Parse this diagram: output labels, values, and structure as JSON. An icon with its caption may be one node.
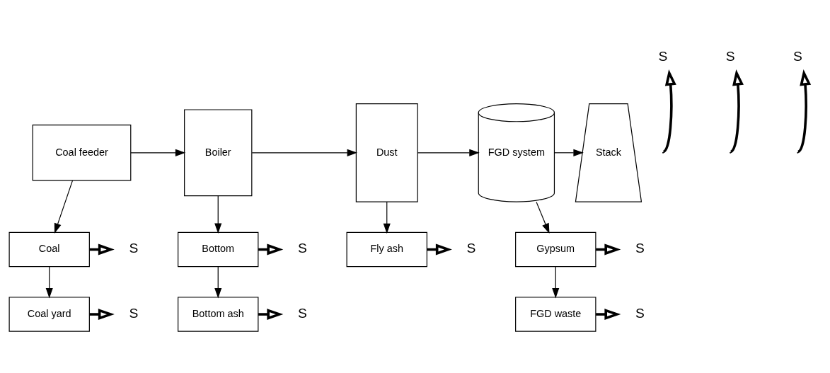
{
  "diagram": {
    "nodes": [
      {
        "text": [
          "Coal feeder"
        ]
      },
      {
        "text": [
          "Boiler"
        ]
      },
      {
        "text": [
          "Dust"
        ]
      },
      {
        "text": [
          "FGD system"
        ]
      },
      {
        "text": [
          "Stack"
        ]
      },
      {
        "text": [
          "Coal"
        ]
      },
      {
        "text": [
          "Coal yard"
        ]
      },
      {
        "text": [
          "Bottom"
        ]
      },
      {
        "text": [
          "Bottom ash"
        ]
      },
      {
        "text": [
          "Fly ash"
        ]
      },
      {
        "text": [
          "Gypsum"
        ]
      },
      {
        "text": [
          "FGD waste"
        ]
      },
      {
        "text": [
          "S"
        ]
      },
      {
        "text": [
          "S"
        ]
      },
      {
        "text": [
          "S"
        ]
      },
      {
        "text": [
          "S"
        ]
      },
      {
        "text": [
          "S"
        ]
      },
      {
        "text": [
          "S"
        ]
      },
      {
        "text": [
          "S"
        ]
      },
      {
        "text": [
          "S"
        ]
      },
      {
        "text": [
          "S"
        ]
      },
      {
        "text": [
          "S"
        ]
      }
    ],
    "edges": [
      {
        "from": 0,
        "to": 1,
        "arrow": "to"
      },
      {
        "from": 1,
        "to": 2,
        "arrow": "to"
      },
      {
        "from": 2,
        "to": 3,
        "arrow": "to"
      },
      {
        "from": 3,
        "to": 4,
        "arrow": "to"
      },
      {
        "from": 0,
        "to": 5,
        "arrow": "to"
      },
      {
        "from": 5,
        "to": 6,
        "arrow": "to"
      },
      {
        "from": 1,
        "to": 7,
        "arrow": "to"
      },
      {
        "from": 7,
        "to": 8,
        "arrow": "to"
      },
      {
        "from": 2,
        "to": 9,
        "arrow": "to"
      },
      {
        "from": 3,
        "to": 10,
        "arrow": "to"
      },
      {
        "from": 10,
        "to": 11,
        "arrow": "to"
      },
      {
        "from": null,
        "to": 12,
        "arrow": "to",
        "style": "thick"
      },
      {
        "from": null,
        "to": 13,
        "arrow": "to",
        "style": "thick"
      },
      {
        "from": null,
        "to": 14,
        "arrow": "to",
        "style": "thick"
      },
      {
        "from": 5,
        "to": 15,
        "arrow": "to",
        "style": "thick"
      },
      {
        "from": 7,
        "to": 16,
        "arrow": "to",
        "style": "thick"
      },
      {
        "from": 9,
        "to": 17,
        "arrow": "to",
        "style": "thick"
      },
      {
        "from": 10,
        "to": 18,
        "arrow": "to",
        "style": "thick"
      },
      {
        "from": 6,
        "to": 19,
        "arrow": "to",
        "style": "thick"
      },
      {
        "from": 8,
        "to": 20,
        "arrow": "to",
        "style": "thick"
      },
      {
        "from": 11,
        "to": 21,
        "arrow": "to",
        "style": "thick"
      }
    ]
  }
}
